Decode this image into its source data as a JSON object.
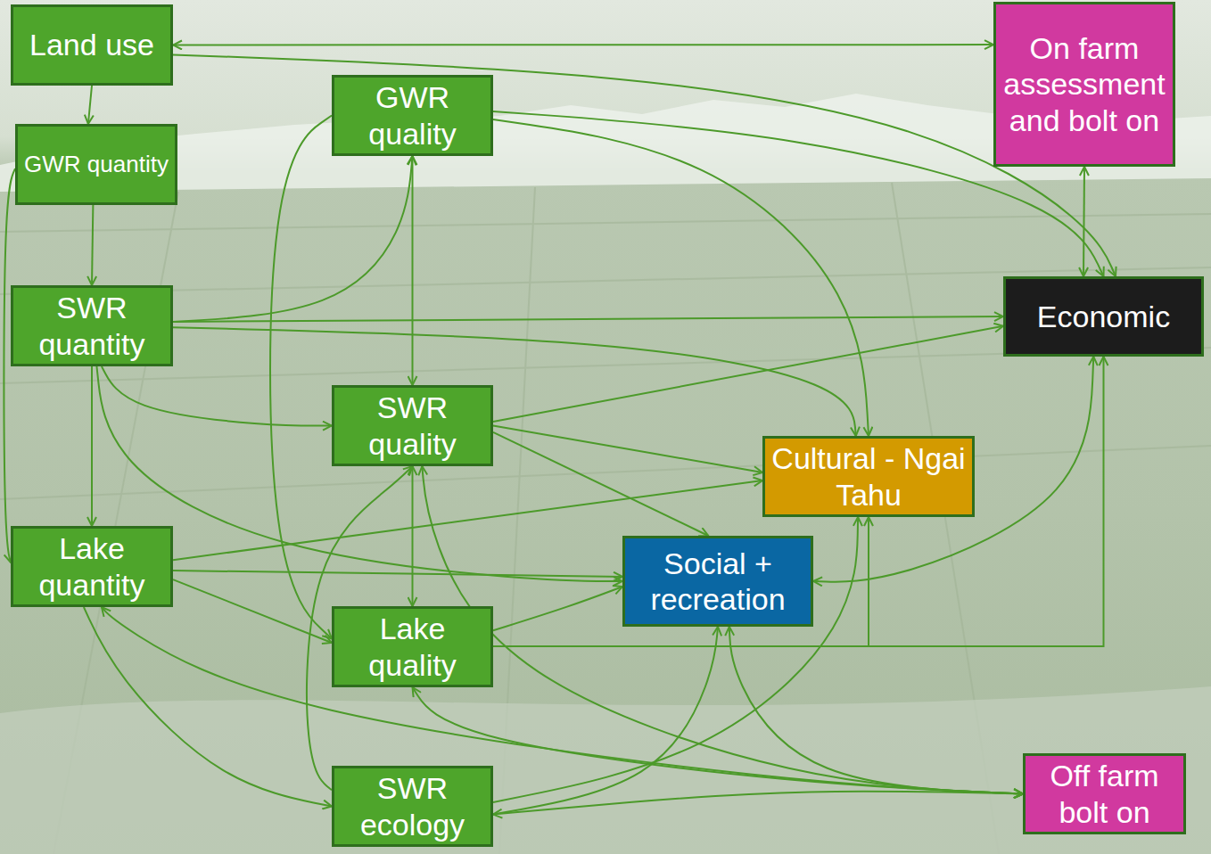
{
  "diagram": {
    "nodes": [
      {
        "text": [
          "Land use"
        ]
      },
      {
        "text": [
          "GWR quality"
        ]
      },
      {
        "text": [
          "On farm assessment and bolt on"
        ]
      },
      {
        "text": [
          "GWR quantity"
        ]
      },
      {
        "text": [
          "SWR quantity"
        ]
      },
      {
        "text": [
          "Economic"
        ]
      },
      {
        "text": [
          "SWR quality"
        ]
      },
      {
        "text": [
          "Cultural - Ngai Tahu"
        ]
      },
      {
        "text": [
          "Lake quantity"
        ]
      },
      {
        "text": [
          "Social + recreation"
        ]
      },
      {
        "text": [
          "Lake quality"
        ]
      },
      {
        "text": [
          "Off farm bolt on"
        ]
      },
      {
        "text": [
          "SWR ecology"
        ]
      }
    ],
    "edges": [
      {
        "from": 0,
        "to": 2,
        "arrow": "both"
      },
      {
        "from": 0,
        "to": 5,
        "arrow": "to"
      },
      {
        "from": 0,
        "to": 3,
        "arrow": "to"
      },
      {
        "from": 3,
        "to": 4,
        "arrow": "to"
      },
      {
        "from": 3,
        "to": 8,
        "arrow": "to"
      },
      {
        "from": 1,
        "to": 5,
        "arrow": "to"
      },
      {
        "from": 1,
        "to": 7,
        "arrow": "to"
      },
      {
        "from": 1,
        "to": 6,
        "arrow": "both"
      },
      {
        "from": 1,
        "to": 10,
        "arrow": "to"
      },
      {
        "from": 4,
        "to": 1,
        "arrow": "to"
      },
      {
        "from": 4,
        "to": 5,
        "arrow": "to"
      },
      {
        "from": 4,
        "to": 7,
        "arrow": "to"
      },
      {
        "from": 4,
        "to": 6,
        "arrow": "to"
      },
      {
        "from": 4,
        "to": 9,
        "arrow": "to"
      },
      {
        "from": 4,
        "to": 8,
        "arrow": "to"
      },
      {
        "from": 6,
        "to": 5,
        "arrow": "to"
      },
      {
        "from": 6,
        "to": 7,
        "arrow": "to"
      },
      {
        "from": 6,
        "to": 9,
        "arrow": "to"
      },
      {
        "from": 6,
        "to": 10,
        "arrow": "both"
      },
      {
        "from": 8,
        "to": 7,
        "arrow": "to"
      },
      {
        "from": 8,
        "to": 9,
        "arrow": "to"
      },
      {
        "from": 8,
        "to": 10,
        "arrow": "to"
      },
      {
        "from": 8,
        "to": 12,
        "arrow": "to"
      },
      {
        "from": 10,
        "to": 9,
        "arrow": "to"
      },
      {
        "from": 10,
        "to": 5,
        "arrow": "to"
      },
      {
        "from": 10,
        "to": 7,
        "arrow": "to"
      },
      {
        "from": 12,
        "to": 6,
        "arrow": "to"
      },
      {
        "from": 12,
        "to": 7,
        "arrow": "to"
      },
      {
        "from": 12,
        "to": 9,
        "arrow": "to"
      },
      {
        "from": 5,
        "to": 9,
        "arrow": "both"
      },
      {
        "from": 5,
        "to": 2,
        "arrow": "both"
      },
      {
        "from": 11,
        "to": 8,
        "arrow": "both"
      },
      {
        "from": 11,
        "to": 10,
        "arrow": "both"
      },
      {
        "from": 11,
        "to": 6,
        "arrow": "both"
      },
      {
        "from": 11,
        "to": 9,
        "arrow": "both"
      },
      {
        "from": 11,
        "to": 12,
        "arrow": "both"
      }
    ]
  }
}
